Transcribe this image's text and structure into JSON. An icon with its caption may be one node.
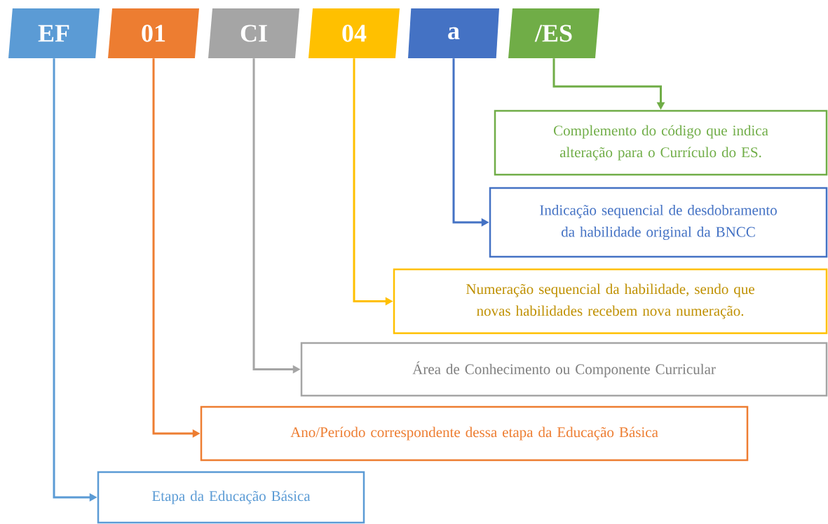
{
  "diagram": {
    "nodes": [
      {
        "text": [
          "EF"
        ]
      },
      {
        "text": [
          "01"
        ]
      },
      {
        "text": [
          "CI"
        ]
      },
      {
        "text": [
          "04"
        ]
      },
      {
        "text": [
          "a"
        ]
      },
      {
        "text": [
          "/ES"
        ]
      },
      {
        "text": [
          "Complemento do código que indica alteração para o Currículo do ES."
        ]
      },
      {
        "text": [
          "Indicação sequencial de desdobramento da habilidade original da BNCC"
        ]
      },
      {
        "text": [
          "Numeração sequencial da habilidade, sendo que novas habilidades recebem nova numeração."
        ]
      },
      {
        "text": [
          "Área de Conhecimento ou Componente Curricular"
        ]
      },
      {
        "text": [
          "Ano/Período correspondente dessa etapa da Educação Básica"
        ]
      },
      {
        "text": [
          "Etapa da Educação Básica"
        ]
      }
    ],
    "edges": [
      {
        "from": 0,
        "to": 11,
        "arrow": "to",
        "color": "#5b9bd5"
      },
      {
        "from": 1,
        "to": 10,
        "arrow": "to",
        "color": "#ed7d31"
      },
      {
        "from": 2,
        "to": 9,
        "arrow": "to",
        "color": "#a5a5a5"
      },
      {
        "from": 3,
        "to": 8,
        "arrow": "to",
        "color": "#ffc000"
      },
      {
        "from": 4,
        "to": 7,
        "arrow": "to",
        "color": "#4472c4"
      },
      {
        "from": 5,
        "to": 6,
        "arrow": "to",
        "color": "#70ad47"
      }
    ]
  }
}
